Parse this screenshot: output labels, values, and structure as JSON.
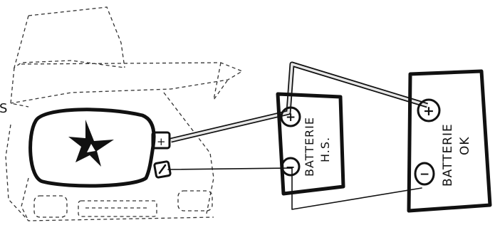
{
  "diagram": {
    "edge_letter": "S",
    "dead_battery": {
      "label_line1": "BATTERIE",
      "label_line2": "H.S.",
      "plus_symbol": "+",
      "minus_symbol": "−"
    },
    "good_battery": {
      "label_line1": "BATTERIE",
      "label_line2": "OK",
      "plus_symbol": "+",
      "minus_symbol": "−"
    },
    "device_plus_symbol": "+",
    "colors": {
      "ink": "#111111",
      "positive_cable_fill": "#e6e6e6",
      "background": "#ffffff"
    }
  }
}
